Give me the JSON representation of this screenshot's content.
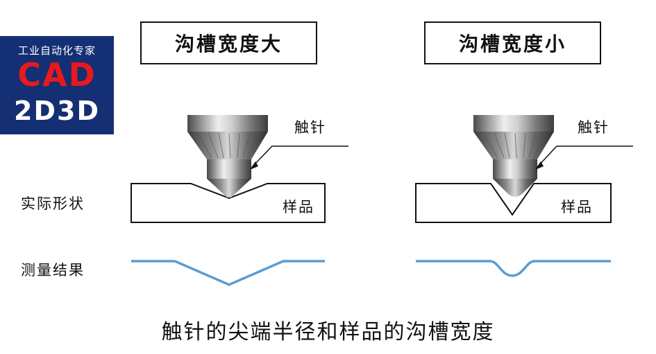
{
  "logo": {
    "tagline": "工业自动化专家",
    "brand": "CAD",
    "sub": "2D3D"
  },
  "titles": {
    "left": "沟槽宽度大",
    "right": "沟槽宽度小"
  },
  "labels": {
    "probe": "触针",
    "sample": "样品",
    "actual_shape": "实际形状",
    "measured_result": "测量结果"
  },
  "caption": "触针的尖端半径和样品的沟槽宽度",
  "colors": {
    "profile_line": "#5b9bd5",
    "logo_bg": "#142f73",
    "logo_red": "#e8191d"
  }
}
